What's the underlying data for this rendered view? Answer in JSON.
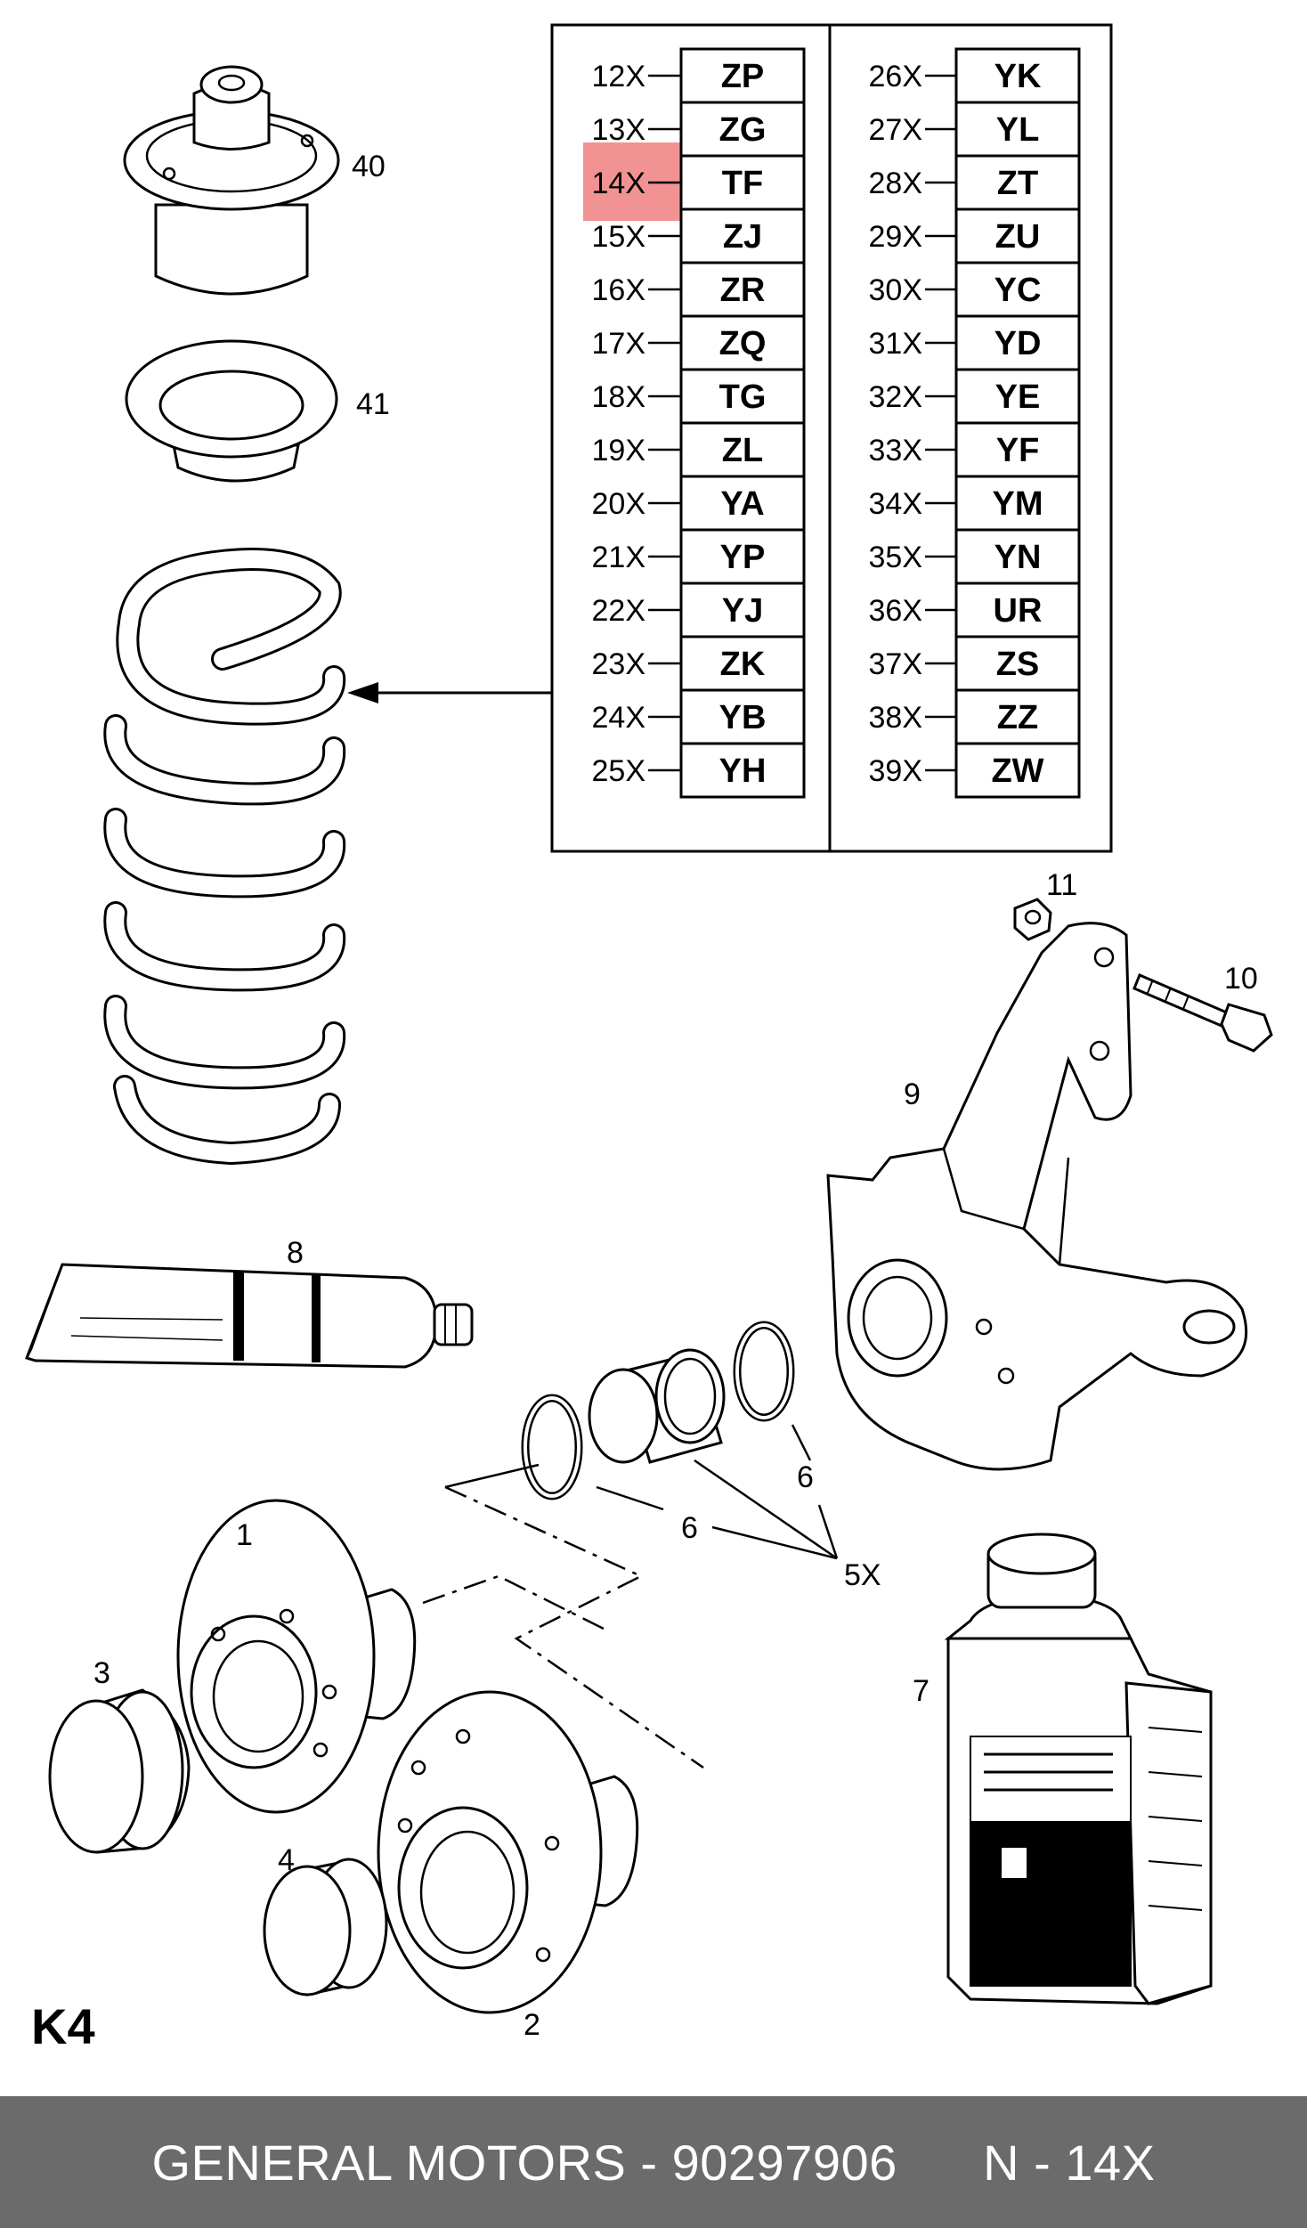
{
  "figure_label": "K4",
  "footer": {
    "brand": "GENERAL MOTORS",
    "separator": " - ",
    "part_number": "90297906",
    "note": "N - 14X"
  },
  "highlight_color": "#f08080",
  "code_table": {
    "left": [
      {
        "qty": "12X",
        "code": "ZP"
      },
      {
        "qty": "13X",
        "code": "ZG"
      },
      {
        "qty": "14X",
        "code": "TF",
        "highlighted": true
      },
      {
        "qty": "15X",
        "code": "ZJ"
      },
      {
        "qty": "16X",
        "code": "ZR"
      },
      {
        "qty": "17X",
        "code": "ZQ"
      },
      {
        "qty": "18X",
        "code": "TG"
      },
      {
        "qty": "19X",
        "code": "ZL"
      },
      {
        "qty": "20X",
        "code": "YA"
      },
      {
        "qty": "21X",
        "code": "YP"
      },
      {
        "qty": "22X",
        "code": "YJ"
      },
      {
        "qty": "23X",
        "code": "ZK"
      },
      {
        "qty": "24X",
        "code": "YB"
      },
      {
        "qty": "25X",
        "code": "YH"
      }
    ],
    "right": [
      {
        "qty": "26X",
        "code": "YK"
      },
      {
        "qty": "27X",
        "code": "YL"
      },
      {
        "qty": "28X",
        "code": "ZT"
      },
      {
        "qty": "29X",
        "code": "ZU"
      },
      {
        "qty": "30X",
        "code": "YC"
      },
      {
        "qty": "31X",
        "code": "YD"
      },
      {
        "qty": "32X",
        "code": "YE"
      },
      {
        "qty": "33X",
        "code": "YF"
      },
      {
        "qty": "34X",
        "code": "YM"
      },
      {
        "qty": "35X",
        "code": "YN"
      },
      {
        "qty": "36X",
        "code": "UR"
      },
      {
        "qty": "37X",
        "code": "ZS"
      },
      {
        "qty": "38X",
        "code": "ZZ"
      },
      {
        "qty": "39X",
        "code": "ZW"
      }
    ]
  },
  "callouts": {
    "p1": "1",
    "p2": "2",
    "p3": "3",
    "p4": "4",
    "p5": "5X",
    "p6a": "6",
    "p6b": "6",
    "p7": "7",
    "p8": "8",
    "p9": "9",
    "p10": "10",
    "p11": "11",
    "p40": "40",
    "p41": "41"
  },
  "icons": {
    "spring": "coil-spring-icon",
    "mount": "strut-mount-icon",
    "bearing": "spring-seat-icon",
    "knuckle": "steering-knuckle-icon",
    "bolt": "bolt-icon",
    "nut": "nut-icon",
    "hub": "wheel-hub-icon",
    "cap": "hub-cap-icon",
    "bushing": "bushing-icon",
    "circlip": "circlip-icon",
    "tube": "grease-tube-icon",
    "bottle": "fluid-bottle-icon"
  }
}
